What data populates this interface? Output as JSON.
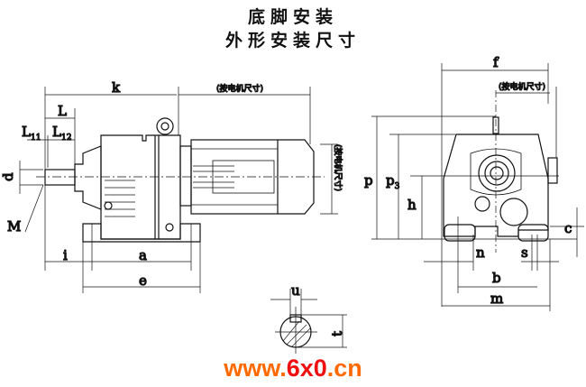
{
  "title": {
    "line1": "底脚安装",
    "line2": "外形安装尺寸"
  },
  "labels": {
    "k": "k",
    "L": "L",
    "L11": "L",
    "L11_sub": "11",
    "L12": "L",
    "L12_sub": "12",
    "d": "d",
    "M": "M",
    "i": "i",
    "a": "a",
    "e": "e",
    "u": "u",
    "t": "t",
    "f": "f",
    "p": "p",
    "p3": "p",
    "p3_sub": "3",
    "h": "h",
    "c": "c",
    "n": "n",
    "s": "s",
    "b": "b",
    "m": "m",
    "per_motor": "(按电机尺寸)"
  },
  "watermark": {
    "prefix": "www.",
    "brand": "6x0",
    "suffix": ".cn"
  }
}
